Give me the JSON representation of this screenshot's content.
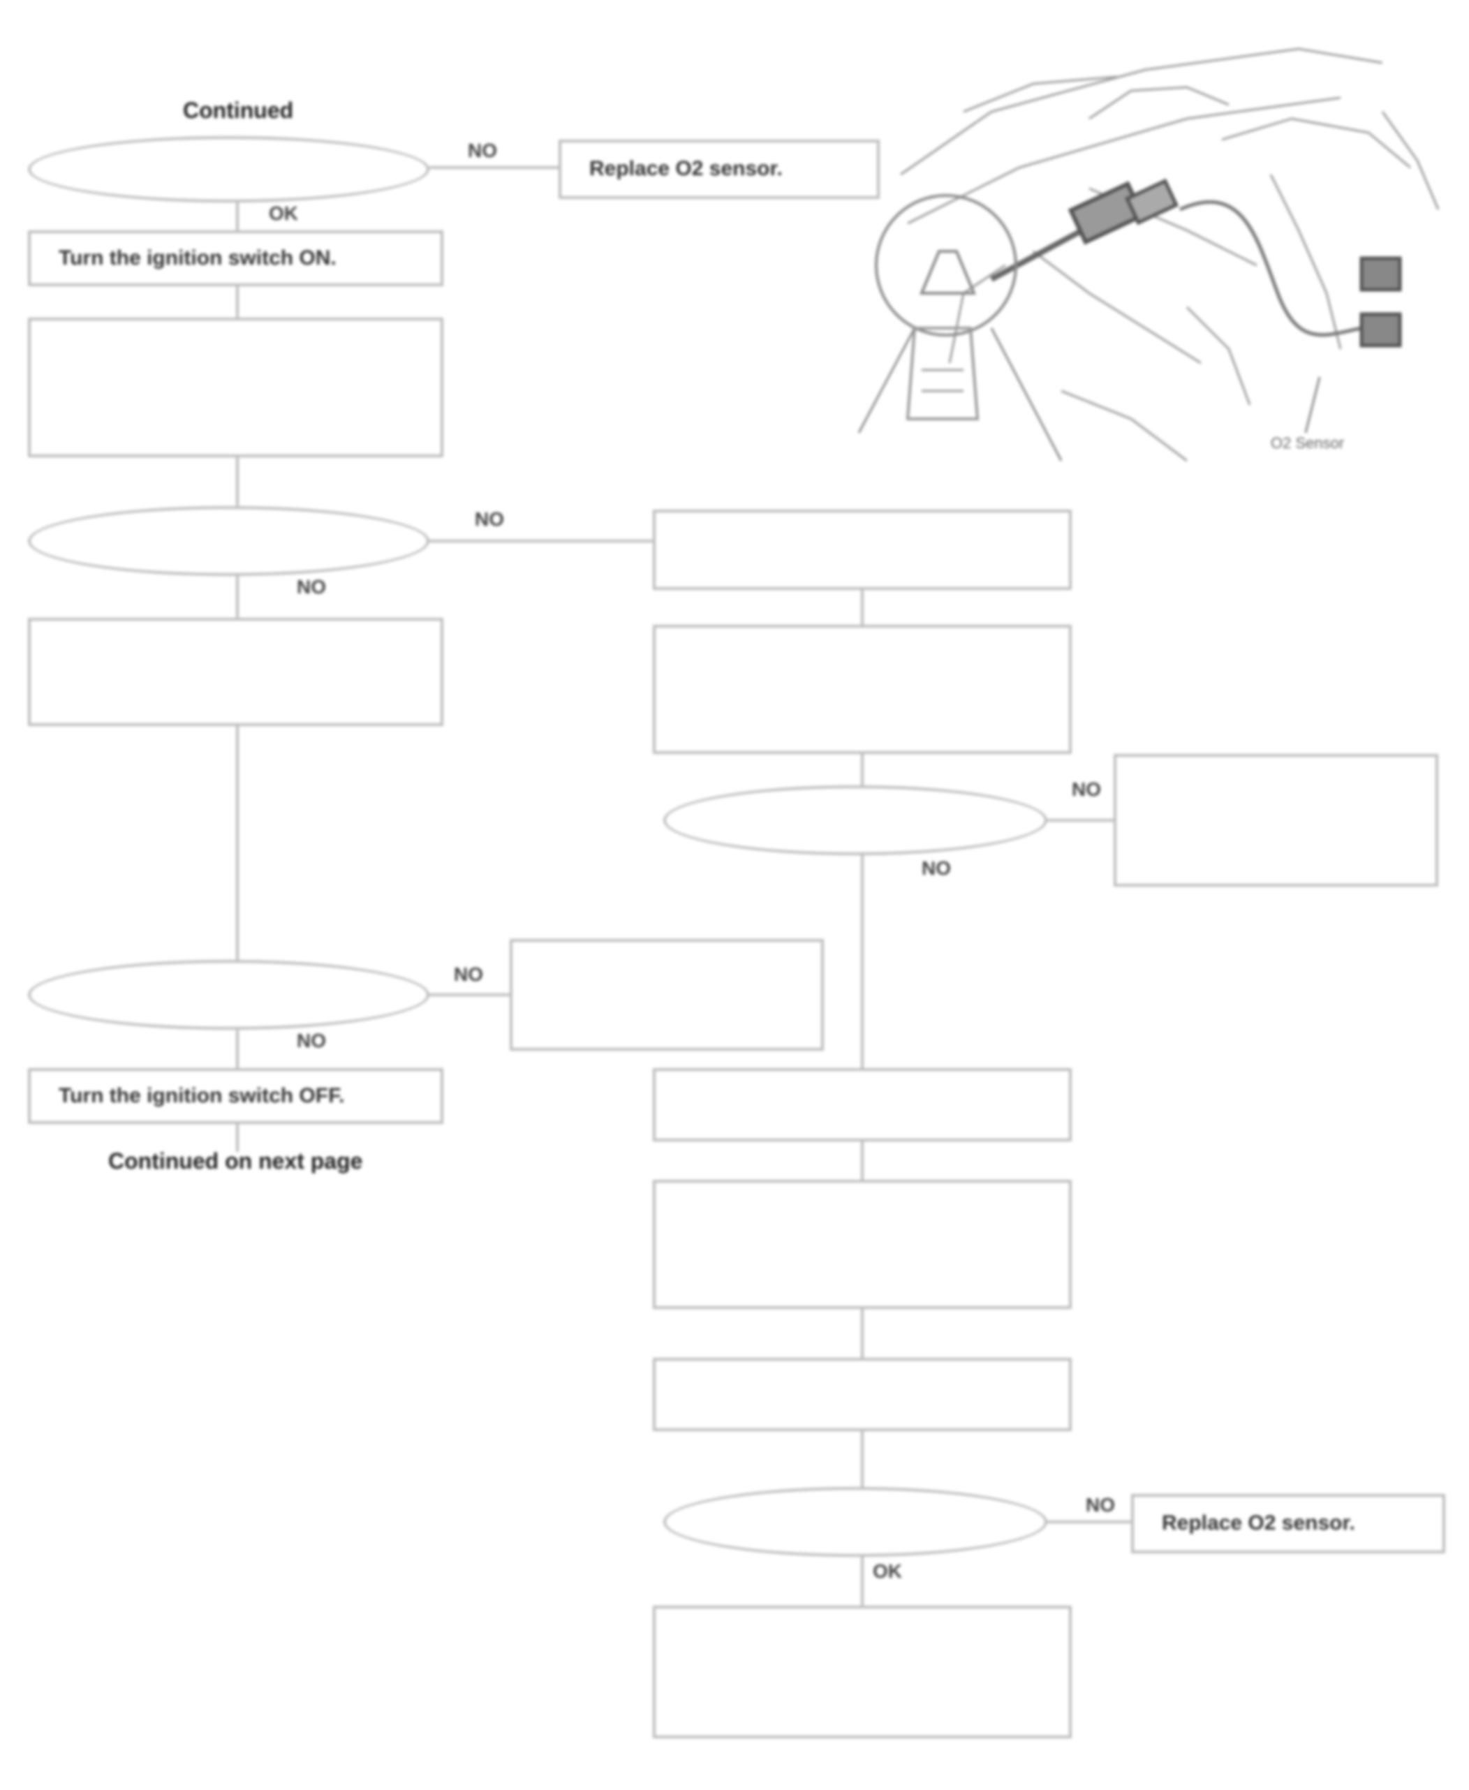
{
  "header": {
    "continued_label": "Continued"
  },
  "footer": {
    "next_page_label": "Continued on next page",
    "figure_code": ""
  },
  "left_column": {
    "q1": "",
    "r1": "Turn the ignition switch ON.",
    "r2": "",
    "q2": "",
    "r3": "",
    "q3": "",
    "r4": "Turn the ignition switch OFF."
  },
  "right_column": {
    "a1": "Replace O2 sensor.",
    "r5": "",
    "r6": "",
    "q4": "",
    "a2": "",
    "a3": "",
    "r7": "",
    "r8": "",
    "r9": "",
    "q5": "",
    "a4": "Replace O2 sensor.",
    "r10": ""
  },
  "branch_labels": {
    "q1_side": "NO",
    "q1_down": "OK",
    "q2_side": "NO",
    "q2_down": "NO",
    "q4_side": "NO",
    "q4_down": "NO",
    "q3_side": "NO",
    "q3_down": "NO",
    "q5_side": "NO",
    "q5_down": "OK"
  },
  "illustration": {
    "callout_left": "",
    "callout_mid": "",
    "callout_right": "O2 Sensor",
    "note": ""
  }
}
